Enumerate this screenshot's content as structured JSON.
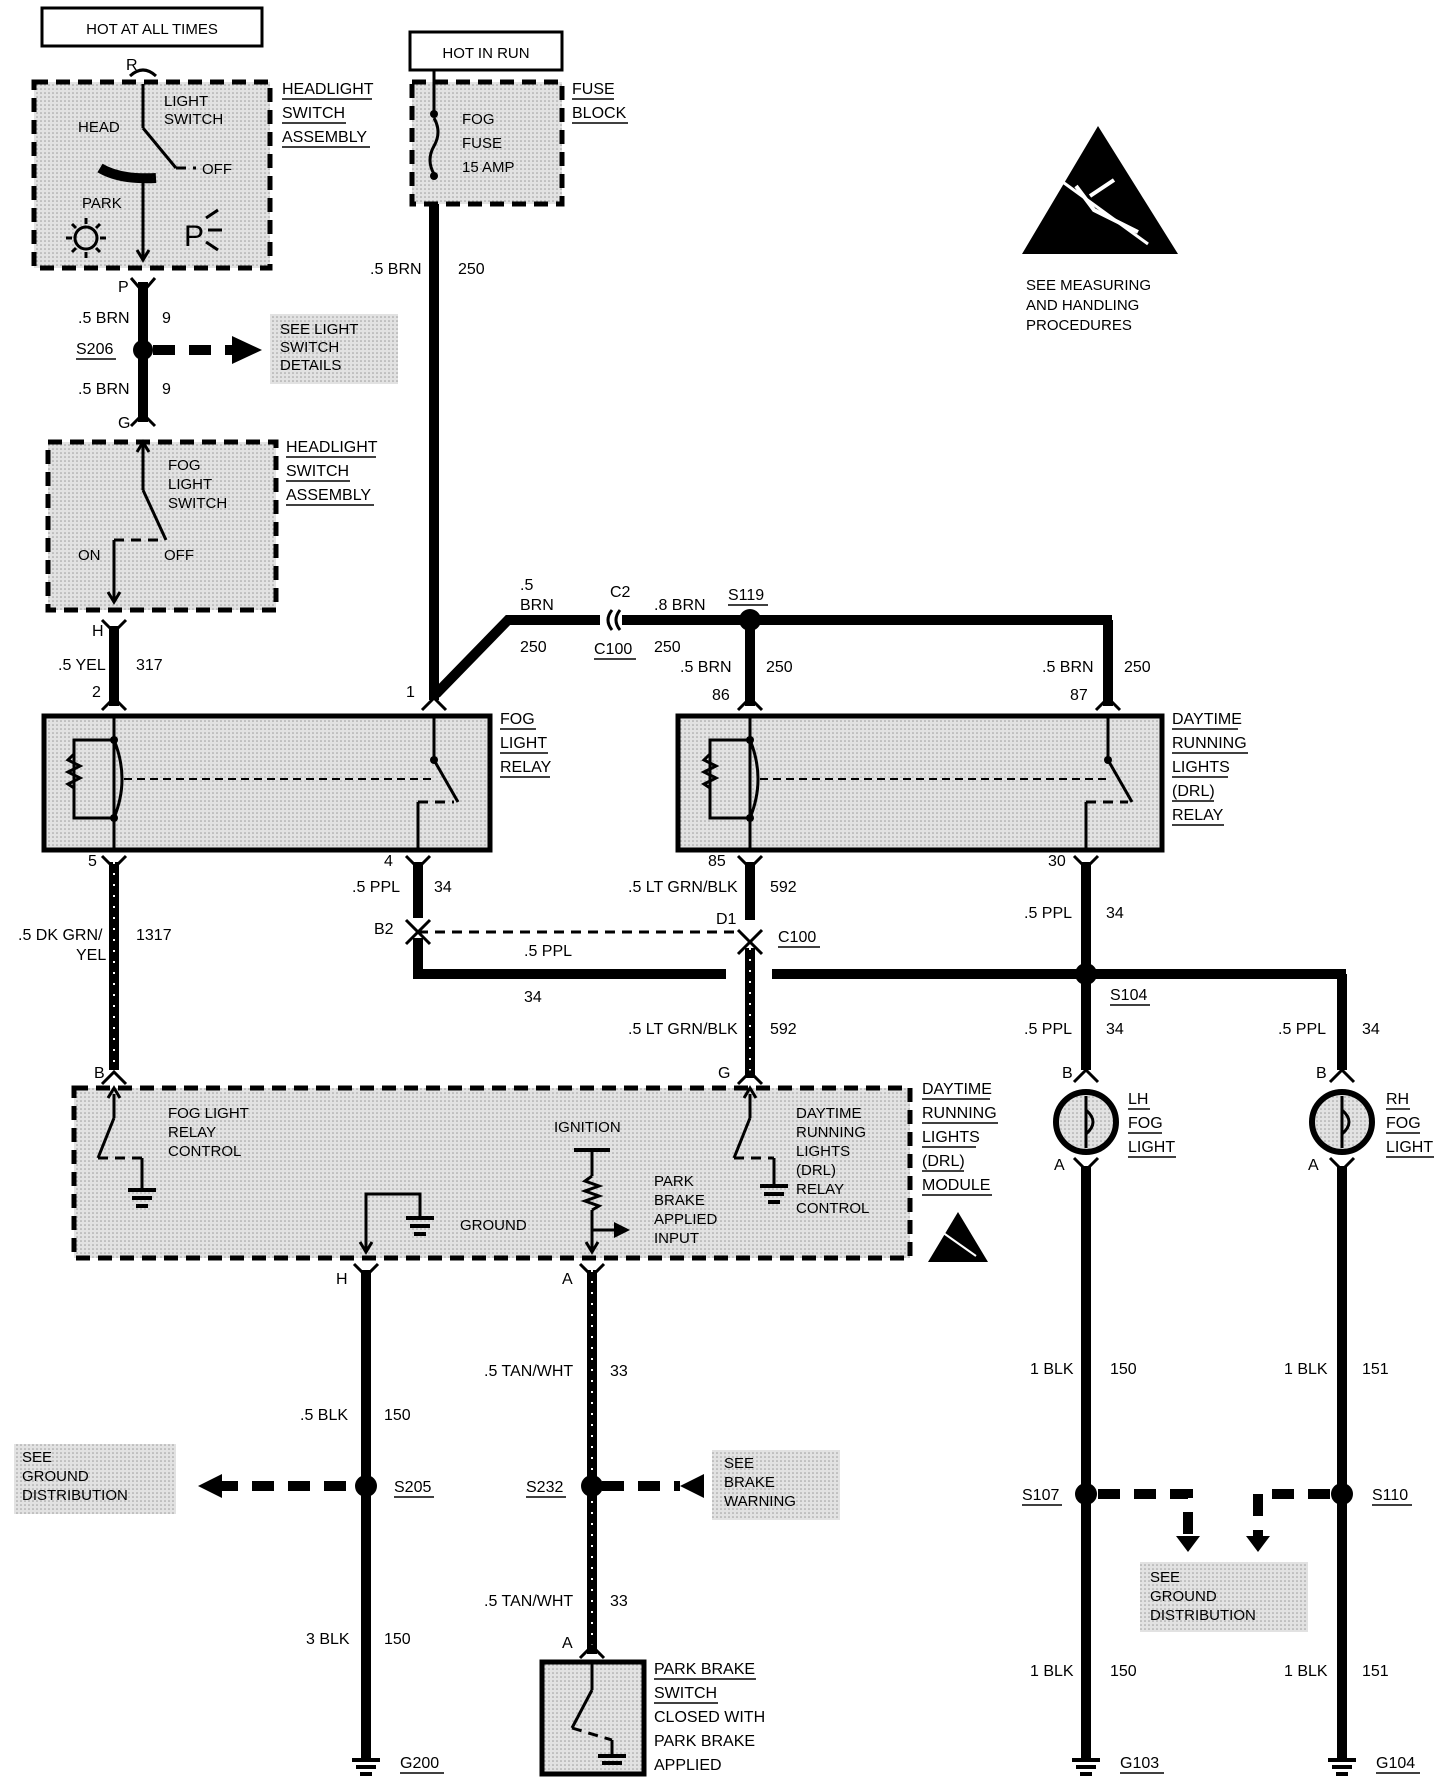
{
  "sources": {
    "hot_at_all_times": "HOT AT ALL TIMES",
    "hot_in_run": "HOT IN RUN"
  },
  "headlight_switch": {
    "title": [
      "HEADLIGHT",
      "SWITCH",
      "ASSEMBLY"
    ],
    "switch_name": [
      "LIGHT",
      "SWITCH"
    ],
    "positions": {
      "head": "HEAD",
      "off": "OFF",
      "park": "PARK"
    },
    "pin_top": "R",
    "pin_bottom": "P"
  },
  "fuse_block": {
    "title": [
      "FUSE",
      "BLOCK"
    ],
    "fuse": [
      "FOG",
      "FUSE",
      "15 AMP"
    ]
  },
  "esd_notice": [
    "SEE MEASURING",
    "AND HANDLING",
    "PROCEDURES"
  ],
  "fog_switch": {
    "title": [
      "HEADLIGHT",
      "SWITCH",
      "ASSEMBLY"
    ],
    "switch_name": [
      "FOG",
      "LIGHT",
      "SWITCH"
    ],
    "positions": {
      "on": "ON",
      "off": "OFF"
    },
    "pin_top": "G",
    "pin_bottom": "H"
  },
  "splices": {
    "s206": "S206",
    "s119": "S119",
    "s104": "S104",
    "s205": "S205",
    "s232": "S232",
    "s107": "S107",
    "s110": "S110"
  },
  "connectors": {
    "c2": "C2",
    "c100_top": "C100",
    "d1": "D1",
    "c100_mid": "C100",
    "b2": "B2"
  },
  "see_refs": {
    "light_switch_details": [
      "SEE LIGHT",
      "SWITCH",
      "DETAILS"
    ],
    "ground_distribution_left": [
      "SEE",
      "GROUND",
      "DISTRIBUTION"
    ],
    "brake_warning": [
      "SEE",
      "BRAKE",
      "WARNING"
    ],
    "ground_distribution_right": [
      "SEE",
      "GROUND",
      "DISTRIBUTION"
    ]
  },
  "wires": {
    "w9a": {
      "gauge": ".5 BRN",
      "circuit": "9"
    },
    "w9b": {
      "gauge": ".5 BRN",
      "circuit": "9"
    },
    "w250_fuse": {
      "gauge": ".5 BRN",
      "circuit": "250"
    },
    "w250_c2_left": {
      "gauge": [
        ".5",
        "BRN"
      ],
      "circuit": "250"
    },
    "w250_c2_right": {
      "gauge": ".8 BRN",
      "circuit": "250"
    },
    "w250_86": {
      "gauge": ".5 BRN",
      "circuit": "250"
    },
    "w250_87": {
      "gauge": ".5 BRN",
      "circuit": "250"
    },
    "w317": {
      "gauge": ".5 YEL",
      "circuit": "317"
    },
    "w1317": {
      "gauge": [
        ".5 DK GRN/",
        "YEL"
      ],
      "circuit": "1317"
    },
    "w34_fog": {
      "gauge": ".5 PPL",
      "circuit": "34"
    },
    "w34_cross": {
      "gauge": ".5 PPL",
      "circuit": "34"
    },
    "w592_top": {
      "gauge": ".5 LT GRN/BLK",
      "circuit": "592"
    },
    "w592_bottom": {
      "gauge": ".5 LT GRN/BLK",
      "circuit": "592"
    },
    "w34_30": {
      "gauge": ".5 PPL",
      "circuit": "34"
    },
    "w34_lh": {
      "gauge": ".5 PPL",
      "circuit": "34"
    },
    "w34_rh": {
      "gauge": ".5 PPL",
      "circuit": "34"
    },
    "w150_mod": {
      "gauge": ".5 BLK",
      "circuit": "150"
    },
    "w150_g200": {
      "gauge": "3 BLK",
      "circuit": "150"
    },
    "w33_top": {
      "gauge": ".5 TAN/WHT",
      "circuit": "33"
    },
    "w33_bottom": {
      "gauge": ".5 TAN/WHT",
      "circuit": "33"
    },
    "w150_lh": {
      "gauge": "1 BLK",
      "circuit": "150"
    },
    "w150_lh_g": {
      "gauge": "1 BLK",
      "circuit": "150"
    },
    "w151_rh": {
      "gauge": "1 BLK",
      "circuit": "151"
    },
    "w151_rh_g": {
      "gauge": "1 BLK",
      "circuit": "151"
    }
  },
  "fog_relay": {
    "title": [
      "FOG",
      "LIGHT",
      "RELAY"
    ],
    "pins": {
      "p2": "2",
      "p1": "1",
      "p5": "5",
      "p4": "4"
    }
  },
  "drl_relay": {
    "title": [
      "DAYTIME",
      "RUNNING",
      "LIGHTS",
      "(DRL)",
      "RELAY"
    ],
    "pins": {
      "p86": "86",
      "p87": "87",
      "p85": "85",
      "p30": "30"
    }
  },
  "drl_module": {
    "title": [
      "DAYTIME",
      "RUNNING",
      "LIGHTS",
      "(DRL)",
      "MODULE"
    ],
    "fog_control": [
      "FOG LIGHT",
      "RELAY",
      "CONTROL"
    ],
    "ignition": "IGNITION",
    "ground": "GROUND",
    "park_brake_input": [
      "PARK",
      "BRAKE",
      "APPLIED",
      "INPUT"
    ],
    "drl_control": [
      "DAYTIME",
      "RUNNING",
      "LIGHTS",
      "(DRL)",
      "RELAY",
      "CONTROL"
    ],
    "pins": {
      "b": "B",
      "g": "G",
      "h": "H",
      "a": "A"
    }
  },
  "lh_fog_light": {
    "title": [
      "LH",
      "FOG",
      "LIGHT"
    ],
    "pin_top": "B",
    "pin_bottom": "A"
  },
  "rh_fog_light": {
    "title": [
      "RH",
      "FOG",
      "LIGHT"
    ],
    "pin_top": "B",
    "pin_bottom": "A"
  },
  "park_brake_switch": {
    "title": [
      "PARK BRAKE",
      "SWITCH",
      "CLOSED WITH",
      "PARK BRAKE",
      "APPLIED"
    ],
    "pin": "A"
  },
  "grounds": {
    "g200": "G200",
    "g103": "G103",
    "g104": "G104"
  }
}
